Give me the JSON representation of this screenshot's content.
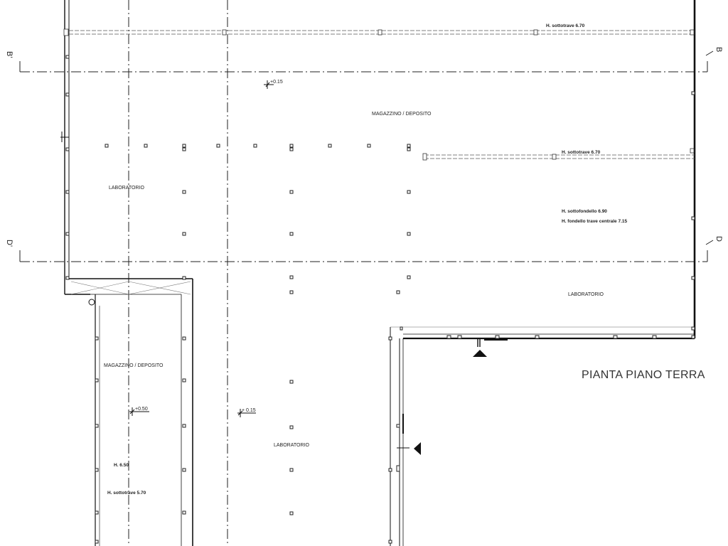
{
  "plan": {
    "title": "PIANTA PIANO TERRA",
    "rooms": {
      "magazzino_top": "MAGAZZINO / DEPOSITO",
      "laboratorio_left": "LABORATORIO",
      "laboratorio_right": "LABORATORIO",
      "magazzino_lower": "MAGAZZINO / DEPOSITO",
      "laboratorio_center": "LABORATORIO"
    },
    "notes": {
      "beam_top": "H. sottotrave 6.70",
      "beam_mid": "H. sottotrave 6.70",
      "sottofondello": "H. sottofondello 6.90",
      "fondello": "H. fondello trave centrale 7.15",
      "h_lower": "H. 6.50",
      "sottotrave_lower": "H. sottotrave 5.70"
    },
    "levels": {
      "top": "+0.15",
      "lower_left": "+0.50",
      "lower_center": "+ 0.15"
    },
    "sections": {
      "b_left": "B'",
      "b_right": "B",
      "d_left": "D'",
      "d_right": "D"
    }
  }
}
